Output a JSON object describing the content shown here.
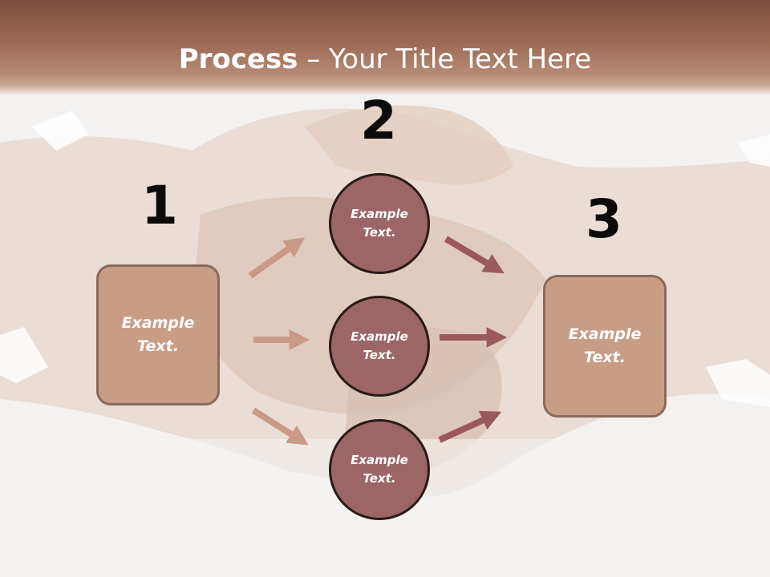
{
  "title": {
    "bold": "Process",
    "rest": " – Your Title Text Here"
  },
  "steps": [
    {
      "number": "1",
      "label": "Example Text."
    },
    {
      "number": "2",
      "label": "Example Text."
    },
    {
      "number": "3",
      "label": "Example Text."
    }
  ],
  "middle_items": [
    {
      "label": "Example Text."
    },
    {
      "label": "Example Text."
    },
    {
      "label": "Example Text."
    }
  ],
  "colors": {
    "header": "#8c5d48",
    "box_fill": "#c89d86",
    "circle_fill": "#9c6666",
    "arrow_light": "#c99a85",
    "arrow_dark": "#9a5a5a"
  }
}
